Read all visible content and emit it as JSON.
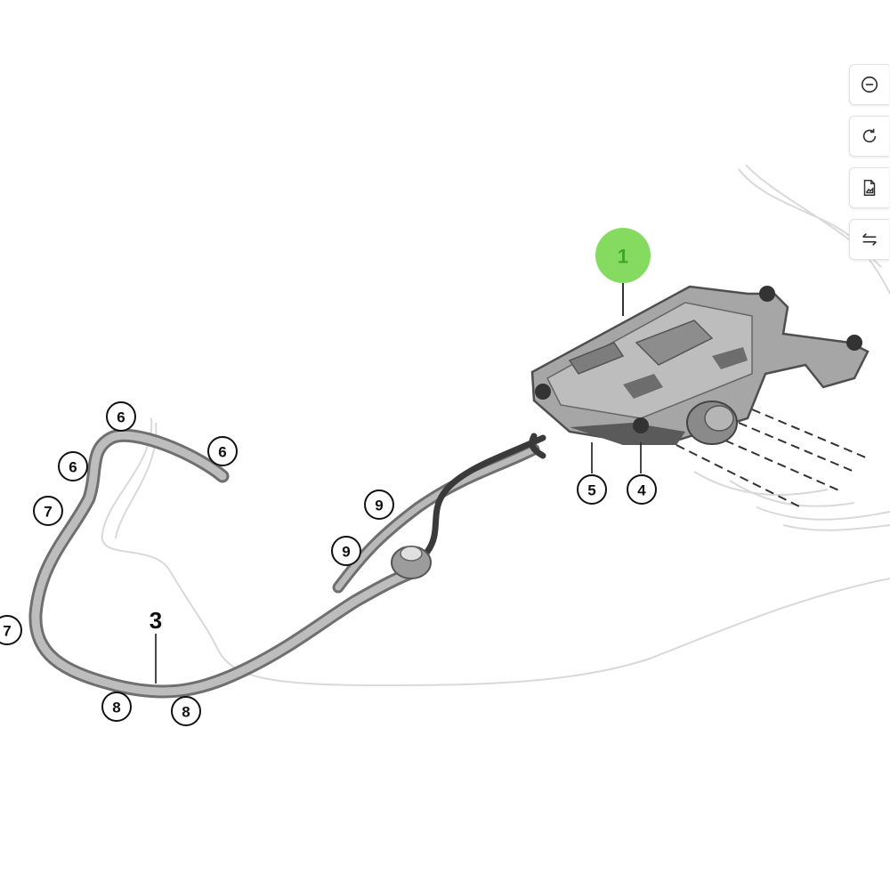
{
  "diagram": {
    "callouts": [
      "6",
      "6",
      "6",
      "7",
      "7",
      "8",
      "8",
      "9",
      "9",
      "5",
      "4"
    ],
    "main_label": "3",
    "highlight_label": "1"
  },
  "toolbar": {
    "icons": [
      "zoom-out-icon",
      "rotate-icon",
      "image-file-icon",
      "swap-icon"
    ]
  },
  "colors": {
    "highlight": "#7ed957",
    "hose": "#8f8f8f",
    "bracket": "#9a9a9a",
    "wire": "#d8d8d8"
  }
}
